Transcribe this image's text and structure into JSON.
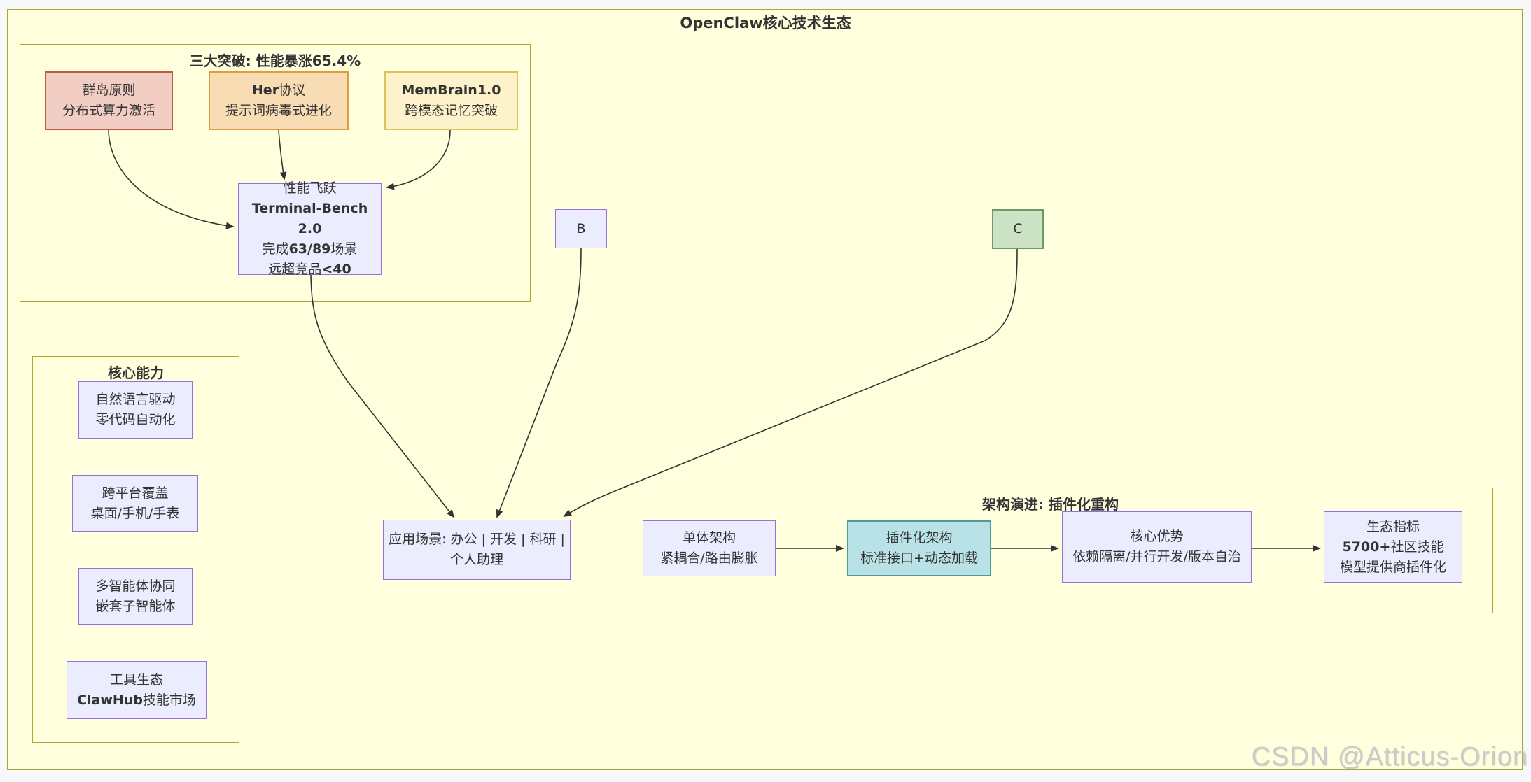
{
  "title": "OpenClaw核心技术生态",
  "watermark": "CSDN @Atticus-Orion",
  "subgraphs": {
    "breakthroughs": {
      "title": "三大突破: 性能暴涨65.4%"
    },
    "capabilities": {
      "title": "核心能力"
    },
    "architecture": {
      "title": "架构演进: 插件化重构"
    }
  },
  "nodes": {
    "archipelago": {
      "lines": [
        "群岛原则",
        "分布式算力激活"
      ]
    },
    "her_protocol": {
      "lines": [
        "Her协议",
        "提示词病毒式进化"
      ]
    },
    "membrain": {
      "lines": [
        "MemBrain1.0",
        "跨模态记忆突破"
      ]
    },
    "performance_leap": {
      "lines": [
        "性能飞跃",
        "Terminal-Bench 2.0",
        "完成63/89场景",
        "远超竞品<40"
      ]
    },
    "b": {
      "label": "B"
    },
    "c": {
      "label": "C"
    },
    "natural_language": {
      "lines": [
        "自然语言驱动",
        "零代码自动化"
      ]
    },
    "cross_platform": {
      "lines": [
        "跨平台覆盖",
        "桌面/手机/手表"
      ]
    },
    "multi_agent": {
      "lines": [
        "多智能体协同",
        "嵌套子智能体"
      ]
    },
    "tool_ecosystem": {
      "lines": [
        "工具生态",
        "ClawHub技能市场"
      ]
    },
    "application_scenarios": {
      "label": "应用场景: 办公 | 开发 | 科研 | 个人助理"
    },
    "monolithic": {
      "lines": [
        "单体架构",
        "紧耦合/路由膨胀"
      ]
    },
    "plugin_arch": {
      "lines": [
        "插件化架构",
        "标准接口+动态加载"
      ]
    },
    "core_advantages": {
      "lines": [
        "核心优势",
        "依赖隔离/并行开发/版本自治"
      ]
    },
    "ecosystem_metrics": {
      "lines": [
        "生态指标",
        "5700+社区技能",
        "模型提供商插件化"
      ]
    }
  },
  "edges": [
    {
      "from": "群岛原则",
      "to": "性能飞跃"
    },
    {
      "from": "Her协议",
      "to": "性能飞跃"
    },
    {
      "from": "MemBrain1.0",
      "to": "性能飞跃"
    },
    {
      "from": "性能飞跃",
      "to": "应用场景"
    },
    {
      "from": "B",
      "to": "应用场景"
    },
    {
      "from": "C",
      "to": "应用场景"
    },
    {
      "from": "单体架构",
      "to": "插件化架构"
    },
    {
      "from": "插件化架构",
      "to": "核心优势"
    },
    {
      "from": "核心优势",
      "to": "生态指标"
    }
  ],
  "colors": {
    "canvas_bg": "#FFFFDE",
    "border_olive": "#AAAA33",
    "node_lavender": "#ECECFF",
    "node_lavender_border": "#9370DB",
    "node_red": "#F2CDC3",
    "node_red_border": "#BF5B40",
    "node_orange": "#F8DCB4",
    "node_orange_border": "#E09B3D",
    "node_yellow": "#FDF2CA",
    "node_yellow_border": "#DCC25E",
    "node_cyan": "#B9E2E6",
    "node_cyan_border": "#4F989E",
    "node_green": "#CDE3C6",
    "node_green_border": "#6D9B68",
    "arrow": "#333333",
    "watermark_gray": "#CBCBCB"
  }
}
